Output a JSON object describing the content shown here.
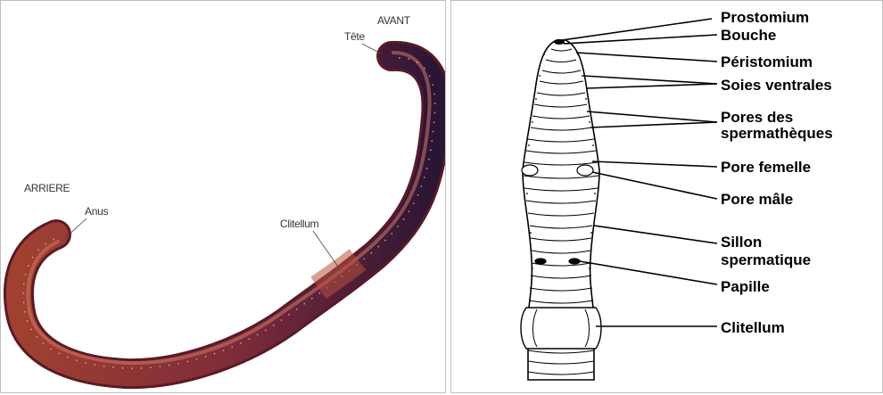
{
  "left_panel": {
    "labels": {
      "avant": "AVANT",
      "tete": "Tête",
      "arriere": "ARRIERE",
      "anus": "Anus",
      "clitellum": "Clitellum"
    }
  },
  "right_panel": {
    "labels": [
      "Prostomium",
      "Bouche",
      "Péristomium",
      "Soies ventrales",
      "Pores des",
      "spermathèques",
      "Pore femelle",
      "Pore mâle",
      "Sillon",
      "spermatique",
      "Papille",
      "Clitellum"
    ]
  },
  "colors": {
    "worm_body": "#8a2e2a",
    "worm_dark": "#2a1030",
    "worm_highlight": "#b8584a"
  }
}
